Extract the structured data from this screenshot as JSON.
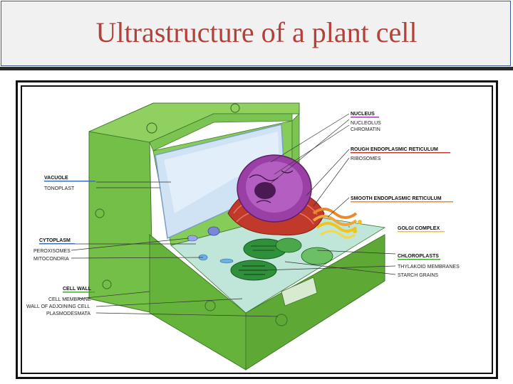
{
  "title": "Ultrastructure of a plant cell",
  "colors": {
    "title": "#b5403a",
    "title_bg": "#f1f1f1",
    "cell_wall": "#6fbf45",
    "nucleus": "#9a3fa6",
    "rough_er": "#c0392b",
    "golgi": "#f0c419",
    "chloroplast": "#2f8f3a",
    "vacuole": "#c9ddf0",
    "label_rule_blue": "#3a6fb5",
    "label_rule_red": "#c0392b",
    "label_rule_orange": "#e8892b",
    "label_rule_yellow": "#f0c419",
    "label_rule_green": "#4aa03a"
  },
  "labels": {
    "left": {
      "vacuole": "VACUOLE",
      "tonoplast": "TONOPLAST",
      "cytoplasm": "CYTOPLASM",
      "peroxisomes": "PEROXISOMES",
      "mitochondria": "MITOCONDRIA",
      "cell_wall": "CELL WALL",
      "cell_membrane": "CELL MEMBRANE",
      "wall_adjoining": "WALL OF ADJOINING CELL",
      "plasmodesmata": "PLASMODESMATA"
    },
    "right": {
      "nucleus": "NUCLEUS",
      "nucleolus": "NUCLEOLUS",
      "chromatin": "CHROMATIN",
      "rough_er": "ROUGH ENDOPLASMIC RETICULUM",
      "ribosomes": "RIBOSOMES",
      "smooth_er": "SMOOTH ENDOPLASMIC RETICULUM",
      "golgi": "GOLGI COMPLEX",
      "chloroplasts": "CHLOROPLASTS",
      "thylakoid": "THYLAKOID MEMBRANES",
      "starch": "STARCH GRAINS"
    }
  }
}
